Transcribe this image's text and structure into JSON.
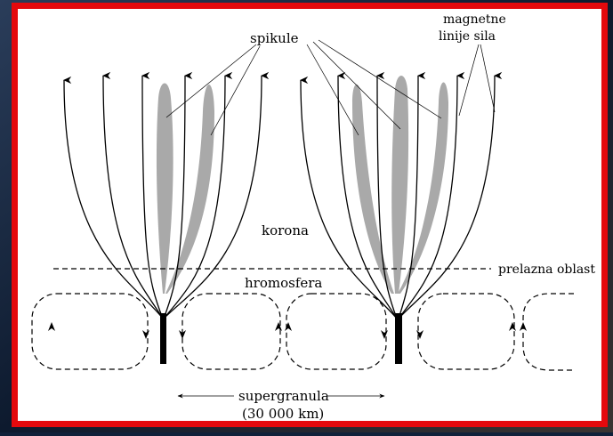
{
  "labels": {
    "spicules": "spikule",
    "field_lines_line1": "magnetne",
    "field_lines_line2": "linije sila",
    "corona": "korona",
    "transition_region": "prelazna oblast",
    "chromosphere": "hromosfera",
    "supergranule": "supergranula",
    "supergranule_size": "(30 000 km)"
  },
  "colors": {
    "frame_border": "#e4090d",
    "spicule_fill": "#a9a9a9",
    "line_color": "#000000"
  }
}
